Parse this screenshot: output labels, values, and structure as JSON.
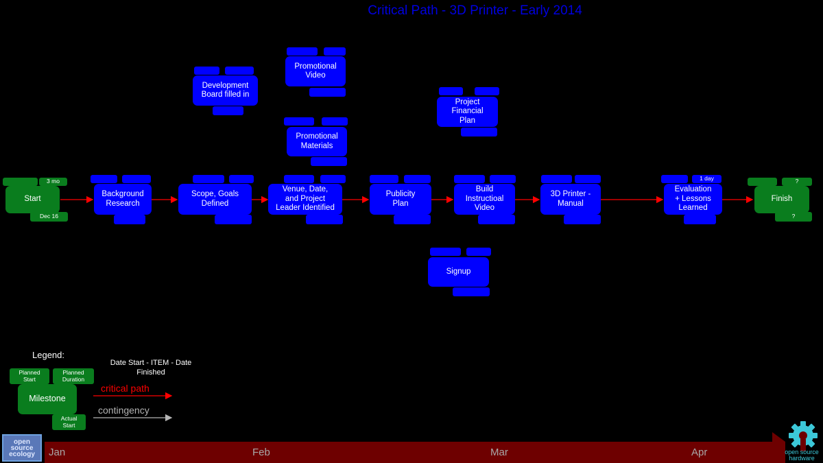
{
  "title": "Critical Path - 3D Printer - Early 2014",
  "nodes": {
    "start": {
      "label": "Start",
      "planned_duration": "3 mo",
      "actual_start": "Dec 16"
    },
    "background_research": {
      "label": "Background\nResearch"
    },
    "scope_goals": {
      "label": "Scope, Goals\nDefined"
    },
    "venue_date": {
      "label": "Venue, Date,\nand Project\nLeader Identified"
    },
    "publicity_plan": {
      "label": "Publicity\nPlan"
    },
    "build_video": {
      "label": "Build\nInstructioal\nVideo"
    },
    "printer_manual": {
      "label": "3D Printer -\nManual"
    },
    "evaluation": {
      "label": "Evaluation\n+ Lessons\nLearned",
      "planned_duration": "1 day"
    },
    "finish": {
      "label": "Finish",
      "planned_duration": "?",
      "actual_start": "?"
    },
    "development_board": {
      "label": "Development\nBoard filled in"
    },
    "promotional_video": {
      "label": "Promotional\nVideo"
    },
    "promotional_materials": {
      "label": "Promotional\nMaterials"
    },
    "financial_plan": {
      "label": "Project\nFinancial\nPlan"
    },
    "signup": {
      "label": "Signup"
    }
  },
  "legend": {
    "title": "Legend:",
    "planned_start": "Planned\nStart",
    "planned_duration": "Planned\nDuration",
    "milestone": "Milestone",
    "actual_start": "Actual\nStart",
    "caption": "Date Start - ITEM - Date Finished",
    "critical_path": "critical path",
    "contingency": "contingency"
  },
  "colors": {
    "task": "#0000ff",
    "milestone": "#0a7d1e",
    "critical_path": "#ff0000",
    "contingency": "#b4b4b4",
    "title": "#0000e0",
    "timeline": "#6e0000"
  },
  "timeline": {
    "months": [
      "Jan",
      "Feb",
      "Mar",
      "Apr"
    ]
  },
  "logos": {
    "left": "open source ecology",
    "right": "open source hardware"
  },
  "icons": [
    "open-source-ecology-logo",
    "open-source-hardware-gear-icon"
  ]
}
